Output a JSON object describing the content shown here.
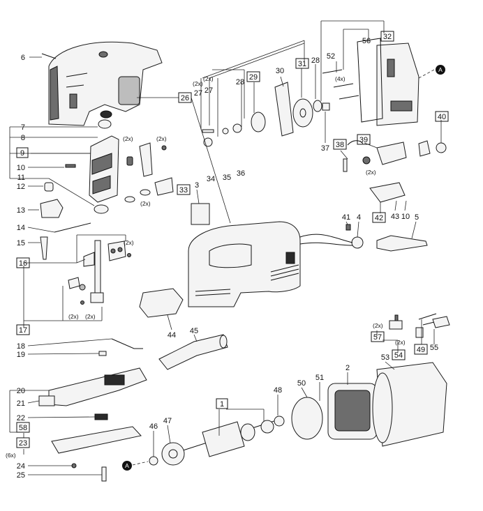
{
  "callouts": {
    "c1": "1",
    "c2": "2",
    "c3": "3",
    "c4": "4",
    "c5": "5",
    "c6": "6",
    "c7": "7",
    "c8": "8",
    "c9": "9",
    "c10a": "10",
    "c10b": "10",
    "c11": "11",
    "c12": "12",
    "c13": "13",
    "c14": "14",
    "c15": "15",
    "c16": "16",
    "c17": "17",
    "c18": "18",
    "c19": "19",
    "c20": "20",
    "c21": "21",
    "c22": "22",
    "c23": "23",
    "c24": "24",
    "c25": "25",
    "c26": "26",
    "c27a": "27",
    "c27b": "27",
    "c28a": "28",
    "c28b": "28",
    "c29": "29",
    "c30": "30",
    "c31": "31",
    "c32": "32",
    "c33": "33",
    "c34": "34",
    "c35": "35",
    "c36": "36",
    "c37": "37",
    "c38": "38",
    "c39": "39",
    "c40": "40",
    "c41": "41",
    "c42": "42",
    "c43": "43",
    "c44": "44",
    "c45": "45",
    "c46": "46",
    "c47": "47",
    "c48": "48",
    "c49": "49",
    "c50": "50",
    "c51": "51",
    "c52": "52",
    "c53": "53",
    "c54": "54",
    "c55": "55",
    "c56": "56",
    "c57": "57",
    "c58": "58"
  },
  "quantity_notes": {
    "q2x_27a": "(2x)",
    "q2x_27b": "(2x)",
    "q4x_52": "(4x)",
    "q2x_9a": "(2x)",
    "q2x_9b": "(2x)",
    "q2x_33": "(2x)",
    "q2x_16a": "(2x)",
    "q2x_17a": "(2x)",
    "q2x_17b": "(2x)",
    "q2x_39": "(2x)",
    "q2x_57a": "(2x)",
    "q2x_57b": "(2x)",
    "q6x_24": "(6x)"
  },
  "reference_markers": {
    "ref_a_top": "A",
    "ref_a_bottom": "A"
  },
  "colors": {
    "ink": "#111111",
    "paper": "#ffffff",
    "housing_fill": "#f4f4f4",
    "shade": "#6d6d6d"
  }
}
